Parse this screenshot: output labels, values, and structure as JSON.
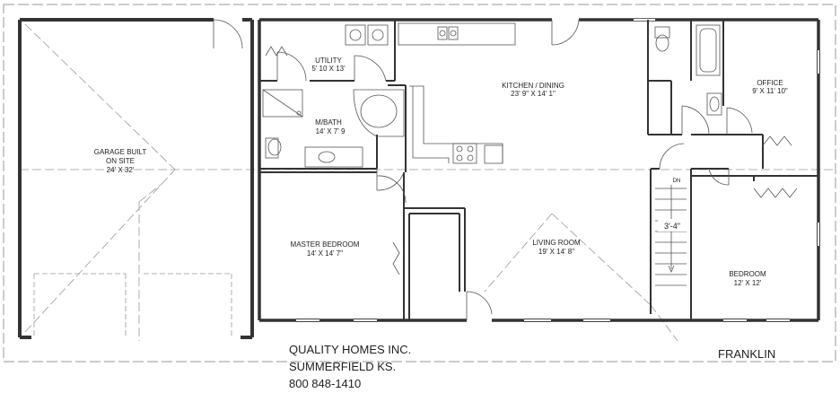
{
  "plan": {
    "rooms": {
      "garage": {
        "name_line1": "GARAGE BUILT",
        "name_line2": "ON SITE",
        "size": "24' X 32'"
      },
      "utility": {
        "name": "UTILITY",
        "size": "5' 10 X 13'"
      },
      "master_bath": {
        "name": "M/BATH",
        "size": "14' X 7' 9"
      },
      "kitchen_dining": {
        "name": "KITCHEN / DINING",
        "size": "23' 9\" X 14' 1\""
      },
      "office": {
        "name": "OFFICE",
        "size": "9' X 11' 10\""
      },
      "master_bedroom": {
        "name": "MASTER BEDROOM",
        "size": "14' X 14' 7\""
      },
      "living_room": {
        "name": "LIVING ROOM",
        "size": "19' X 14' 8\""
      },
      "bedroom": {
        "name": "BEDROOM",
        "size": "12' X 12'"
      }
    },
    "stairs": {
      "direction": "DN",
      "width": "3'-4\""
    }
  },
  "footer": {
    "company": "QUALITY HOMES INC.",
    "location": "SUMMERFIELD  KS.",
    "phone": "800 848-1410",
    "model": "FRANKLIN"
  },
  "colors": {
    "wall": "#333333",
    "line": "#555555",
    "dashed": "#9a9a9a",
    "background": "#ffffff"
  }
}
